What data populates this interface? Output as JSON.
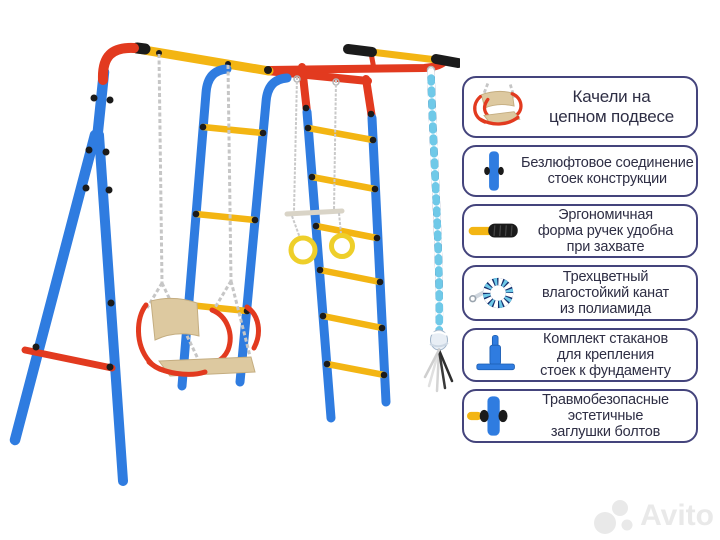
{
  "palette": {
    "blue": "#2f7ce0",
    "red": "#e23a1f",
    "yellow": "#f3b513",
    "knob_black": "#1b1b1b",
    "chain_gray": "#c6c6c6",
    "wood": "#ddc9a0",
    "rope_navy": "#16306e",
    "rope_sky": "#6fc9e8",
    "ring_yellow": "#eecf2a",
    "trapeze_gray": "#d9d4c7",
    "callout_border": "#44447c",
    "callout_text": "#2e2e44",
    "watermark_gray": "#e9e9e9",
    "background": "#ffffff"
  },
  "callouts": [
    {
      "icon": "swing-seat-icon",
      "lines": [
        "Качели на",
        "цепном подвесе"
      ]
    },
    {
      "icon": "post-joint-icon",
      "lines": [
        "Безлюфтовое соединение",
        "стоек конструкции"
      ]
    },
    {
      "icon": "handle-grip-icon",
      "lines": [
        "Эргономичная",
        "форма ручек удобна",
        "при захвате"
      ]
    },
    {
      "icon": "rope-coil-icon",
      "lines": [
        "Трехцветный",
        "влагостойкий канат",
        "из полиамида"
      ]
    },
    {
      "icon": "ground-anchor-icon",
      "lines": [
        "Комплект стаканов",
        "для крепления",
        "стоек к фундаменту"
      ]
    },
    {
      "icon": "bolt-cap-icon",
      "lines": [
        "Травмобезопасные",
        "эстетичные",
        "заглушки болтов"
      ]
    }
  ],
  "watermark": {
    "label": "Avito"
  }
}
